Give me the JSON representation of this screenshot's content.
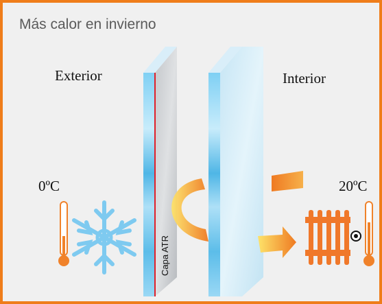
{
  "title": "Más calor en invierno",
  "labels": {
    "exterior": "Exterior",
    "interior": "Interior",
    "temp_outside": "0ºC",
    "temp_inside": "20ºC",
    "layer": "Capa ATR"
  },
  "icons": {
    "outside_thermometer": "thermometer-icon",
    "snowflake": "snowflake-icon",
    "heat_flow": "circular-arrow-icon",
    "radiator": "radiator-icon",
    "inside_thermometer": "thermometer-icon"
  },
  "colors": {
    "border": "#ef7d1a",
    "background": "#f0f0f0",
    "glass_blue": "#6ec6ee",
    "coating_line": "#e0202a",
    "snowflake": "#7ecaf0",
    "heat": "#f08a2a",
    "thermometer": "#f0822a"
  }
}
